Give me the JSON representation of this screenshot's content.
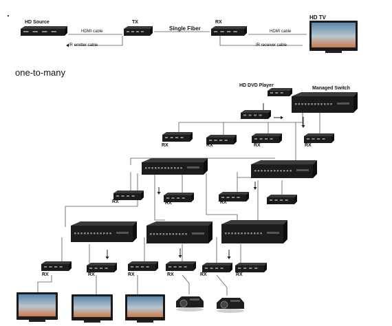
{
  "top": {
    "dot": ".",
    "hd_source": "HD Source",
    "tx": "TX",
    "single_fiber": "Single Fiber",
    "rx": "RX",
    "hd_tv": "HD TV",
    "hdmi_cable_left": "HDMI cable",
    "ir_emitter_cable": "IR emitter cable",
    "hdmi_cable_right": "HDMI cable",
    "ir_receiver_cable": "IR receiver cable"
  },
  "section_title": "one-to-many",
  "tree": {
    "dvd_player": "HD DVD Player",
    "managed_switch": "Managed Switch",
    "rx_label": "RX"
  },
  "colors": {
    "device": "#1c1c1c",
    "device_top": "#3a3a3a",
    "port": "#8a8a8a",
    "line": "#555555",
    "screen_top": "#5a86a8",
    "screen_bottom": "#c97a4a"
  }
}
